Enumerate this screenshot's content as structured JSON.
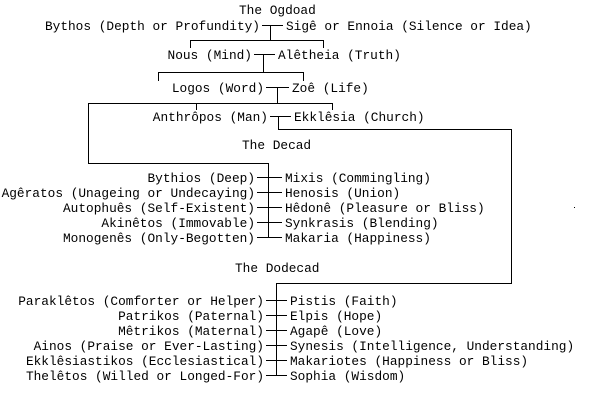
{
  "colors": {
    "background": "#ffffff",
    "foreground": "#000000"
  },
  "sections": [
    {
      "id": "ogdoad",
      "title": "The Ogdoad",
      "pairs": [
        {
          "left": "Bythos (Depth or Profundity)",
          "right": "Sigê or Ennoia (Silence or Idea)"
        },
        {
          "left": "Nous (Mind)",
          "right": "Alêtheia (Truth)"
        },
        {
          "left": "Logos (Word)",
          "right": "Zoê (Life)"
        },
        {
          "left": "Anthrôpos (Man)",
          "right": "Ekklêsia (Church)"
        }
      ]
    },
    {
      "id": "decad",
      "title": "The Decad",
      "pairs": [
        {
          "left": "Bythios (Deep)",
          "right": "Mixis (Commingling)"
        },
        {
          "left": "Agêratos (Unageing or Undecaying)",
          "right": "Henosis (Union)"
        },
        {
          "left": "Autophuês (Self-Existent)",
          "right": "Hêdonê (Pleasure or Bliss)"
        },
        {
          "left": "Akinêtos (Immovable)",
          "right": "Synkrasis (Blending)"
        },
        {
          "left": "Monogenês (Only-Begotten)",
          "right": "Makaria (Happiness)"
        }
      ]
    },
    {
      "id": "dodecad",
      "title": "The Dodecad",
      "pairs": [
        {
          "left": "Paraklêtos (Comforter or Helper)",
          "right": "Pistis (Faith)"
        },
        {
          "left": "Patrikos (Paternal)",
          "right": "Elpis (Hope)"
        },
        {
          "left": "Mêtrikos (Maternal)",
          "right": "Agapê (Love)"
        },
        {
          "left": "Ainos (Praise or Ever-Lasting)",
          "right": "Synesis (Intelligence, Understanding)"
        },
        {
          "left": "Ekklêsiastikos (Ecclesiastical)",
          "right": "Makariotes (Happiness or Bliss)"
        },
        {
          "left": "Thelêtos (Willed or Longed-For)",
          "right": "Sophia (Wisdom)"
        }
      ]
    }
  ]
}
